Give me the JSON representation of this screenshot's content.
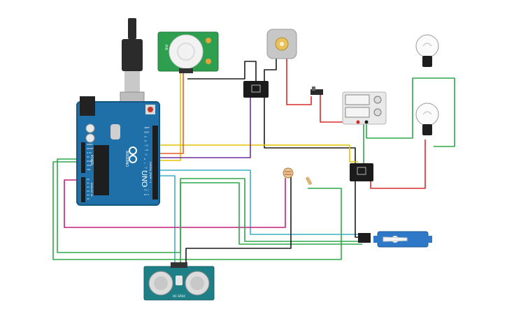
{
  "colors": {
    "background": "#ffffff",
    "arduino_board": "#1f6fa8",
    "arduino_edge": "#17567f",
    "pir_board": "#2e9e4f",
    "ultrasonic_board": "#1f7f86",
    "relay": "#1b1b1b",
    "servo": "#2e78c7",
    "wire_red": "#d62a2a",
    "wire_black": "#1a1a1a",
    "wire_yellow": "#e6c200",
    "wire_purple": "#6b2fa3",
    "wire_green": "#2ea84a",
    "wire_cyan": "#3ab0c9",
    "wire_magenta": "#c2207a"
  },
  "components": {
    "arduino": {
      "name_label": "UNO",
      "brand_label": "ARDUINO",
      "power_label": "POWER",
      "digital_label": "DIGITAL (PWM ~)",
      "analog_label": "ANALOG IN",
      "power_pins": [
        "IOREF",
        "RESET",
        "3.3V",
        "5V",
        "GND",
        "GND",
        "VIN"
      ],
      "analog_pins": [
        "A0",
        "A1",
        "A2",
        "A3",
        "A4",
        "A5"
      ],
      "digital_pins": [
        "AREF",
        "GND",
        "13",
        "12",
        "~11",
        "~10",
        "~9",
        "8",
        "7",
        "~6",
        "~5",
        "4",
        "~3",
        "2",
        "TX 1",
        "RX 0"
      ]
    },
    "pir_sensor": {
      "label": "PIR"
    },
    "dc_motor": {
      "icon": "motor-icon"
    },
    "slide_switch": {
      "icon": "switch-icon"
    },
    "power_supply": {
      "icon": "power-supply-icon"
    },
    "light_bulbs": [
      {
        "icon": "bulb-icon"
      },
      {
        "icon": "bulb-icon"
      }
    ],
    "relays": [
      {
        "icon": "relay-icon"
      },
      {
        "icon": "relay-icon"
      }
    ],
    "photoresistor": {
      "icon": "photoresistor-icon"
    },
    "resistor": {
      "icon": "resistor-icon"
    },
    "servo": {
      "icon": "servo-icon"
    },
    "ultrasonic_sensor": {
      "label": "HC-SR04"
    }
  }
}
